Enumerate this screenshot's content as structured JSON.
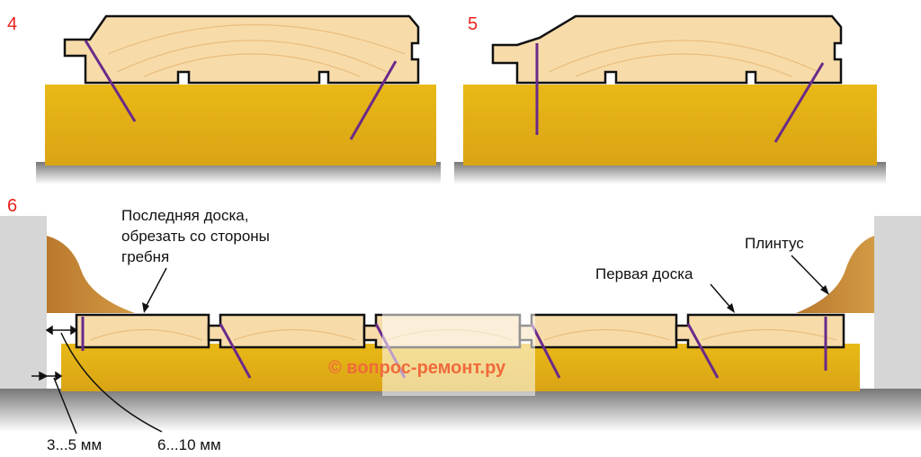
{
  "panels": {
    "p4": {
      "number": "4"
    },
    "p5": {
      "number": "5"
    },
    "p6": {
      "number": "6"
    }
  },
  "labels": {
    "last_board": [
      "Последняя доска,",
      "обрезать со стороны",
      "гребня"
    ],
    "baseboard": "Плинтус",
    "first_board": "Первая доска",
    "gap_wall": "3...5 мм",
    "gap_board": "6...10 мм"
  },
  "watermark": "© вопрос-ремонт.ру",
  "colors": {
    "number": "#e8211b",
    "nail": "#6a2a8a",
    "joist": "#e3b21a",
    "board": "#f7dcaa",
    "watermark": "#f06a3a"
  }
}
